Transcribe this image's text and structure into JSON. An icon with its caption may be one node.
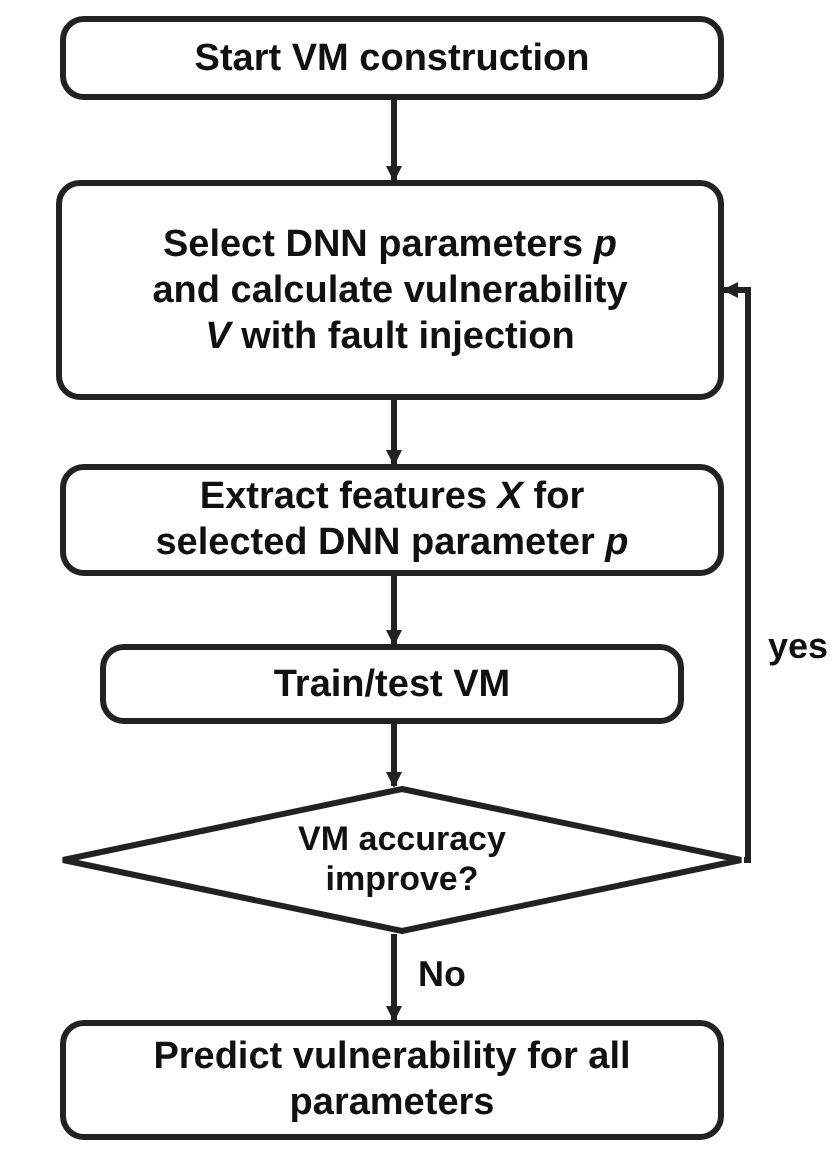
{
  "diagram": {
    "nodes": [
      {
        "text": [
          "Start VM construction"
        ]
      },
      {
        "text": [
          "Select DNN parameters *p* and calculate vulnerability *V* with fault injection"
        ]
      },
      {
        "text": [
          "Extract features *X* for selected DNN parameter *p*"
        ]
      },
      {
        "text": [
          "Train/test VM"
        ]
      },
      {
        "text": [
          "VM accuracy improve?"
        ]
      },
      {
        "text": [
          "Predict vulnerability for all parameters"
        ]
      }
    ],
    "edges": [
      {
        "from": 0,
        "to": 1,
        "arrow": "to"
      },
      {
        "from": 1,
        "to": 2,
        "arrow": "to"
      },
      {
        "from": 2,
        "to": 3,
        "arrow": "to"
      },
      {
        "from": 3,
        "to": 4,
        "arrow": "to"
      },
      {
        "from": 4,
        "to": 5,
        "arrow": "to",
        "label": "No"
      },
      {
        "from": 4,
        "to": 1,
        "arrow": "to",
        "label": "yes"
      }
    ]
  }
}
